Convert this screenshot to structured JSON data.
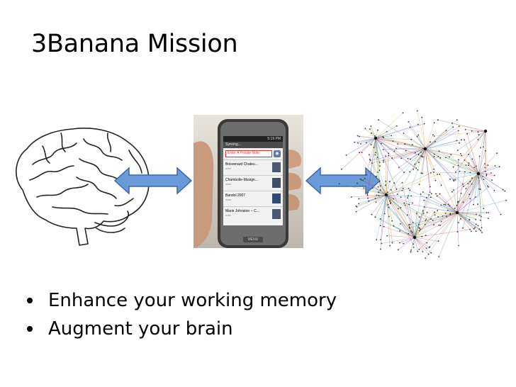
{
  "slide": {
    "title": "3Banana Mission",
    "bullets": [
      "Enhance your working memory",
      "Augment your brain"
    ]
  },
  "phone": {
    "status_time": "5:19 PM",
    "app_title": "Syncing...",
    "note_input_placeholder": "Enter A Private Note",
    "notes": [
      {
        "title": "Boisrenard Chateu...",
        "meta": "wine"
      },
      {
        "title": "Chambolle-Musign...",
        "meta": "wine"
      },
      {
        "title": "Bandol 2007",
        "meta": "wine"
      },
      {
        "title": "Marie Johnston -- C...",
        "meta": "note"
      }
    ],
    "menu_key_label": "MENU"
  },
  "colors": {
    "arrow_fill": "#6a9ad8",
    "arrow_stroke": "#3b68a8",
    "phone_input_border": "#cc3333"
  },
  "icons": [
    "brain-illustration",
    "double-arrow-icon",
    "camera-icon",
    "network-graph"
  ]
}
